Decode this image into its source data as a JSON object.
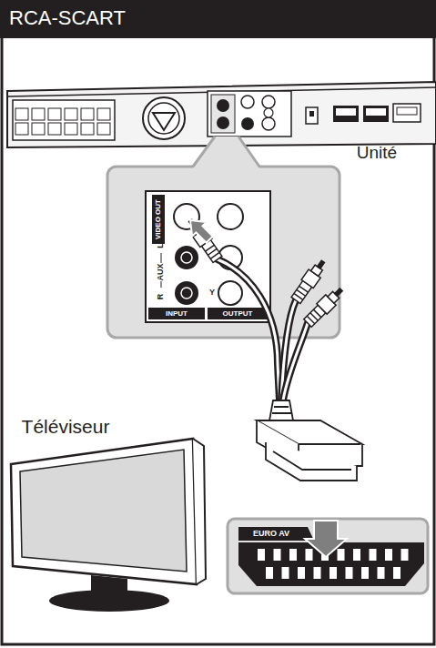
{
  "diagram": {
    "title": "RCA-SCART",
    "labels": [
      "Unité",
      "VIDEO OUT",
      "L",
      "AUX",
      "R",
      "INPUT",
      "OUTPUT",
      "Y",
      "Téléviseur",
      "EURO AV"
    ]
  }
}
